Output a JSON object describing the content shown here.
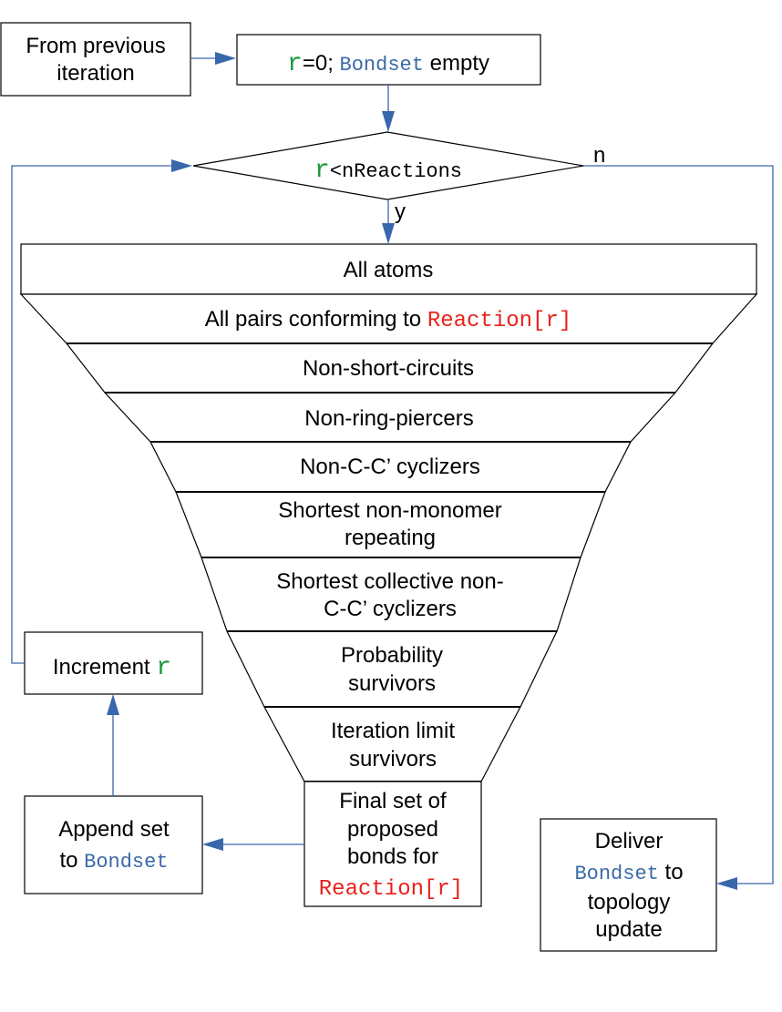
{
  "colors": {
    "var_r": "#1a9a3a",
    "var_bondset": "#3a6aa8",
    "var_reaction": "#e8221c",
    "arrow": "#3a67ab"
  },
  "start_box": {
    "line1": "From previous",
    "line2": "iteration"
  },
  "init_box": {
    "r": "r",
    "eq": "=0;",
    "bondset": "Bondset",
    "empty": "empty"
  },
  "decision": {
    "r": "r",
    "cond": "<nReactions",
    "yes": "y",
    "no": "n"
  },
  "funnel": {
    "all_atoms": "All atoms",
    "all_pairs": "All pairs conforming to",
    "all_pairs_reaction": "Reaction[r]",
    "non_short": "Non-short-circuits",
    "non_ring": "Non-ring-piercers",
    "non_cc": "Non-C-C’ cyclizers",
    "shortest_nm_1": "Shortest non-monomer",
    "shortest_nm_2": "repeating",
    "shortest_coll_1": "Shortest collective non-",
    "shortest_coll_2": "C-C’ cyclizers",
    "prob_1": "Probability",
    "prob_2": "survivors",
    "iter_1": "Iteration limit",
    "iter_2": "survivors"
  },
  "final_box": {
    "line1": "Final set of",
    "line2": "proposed",
    "line3": "bonds for",
    "reaction": "Reaction[r]"
  },
  "append_box": {
    "line1": "Append set",
    "line2_to": "to",
    "bondset": "Bondset"
  },
  "increment_box": {
    "label": "Increment",
    "r": "r"
  },
  "deliver_box": {
    "line1": "Deliver",
    "bondset": "Bondset",
    "to": "to",
    "line3": "topology",
    "line4": "update"
  }
}
